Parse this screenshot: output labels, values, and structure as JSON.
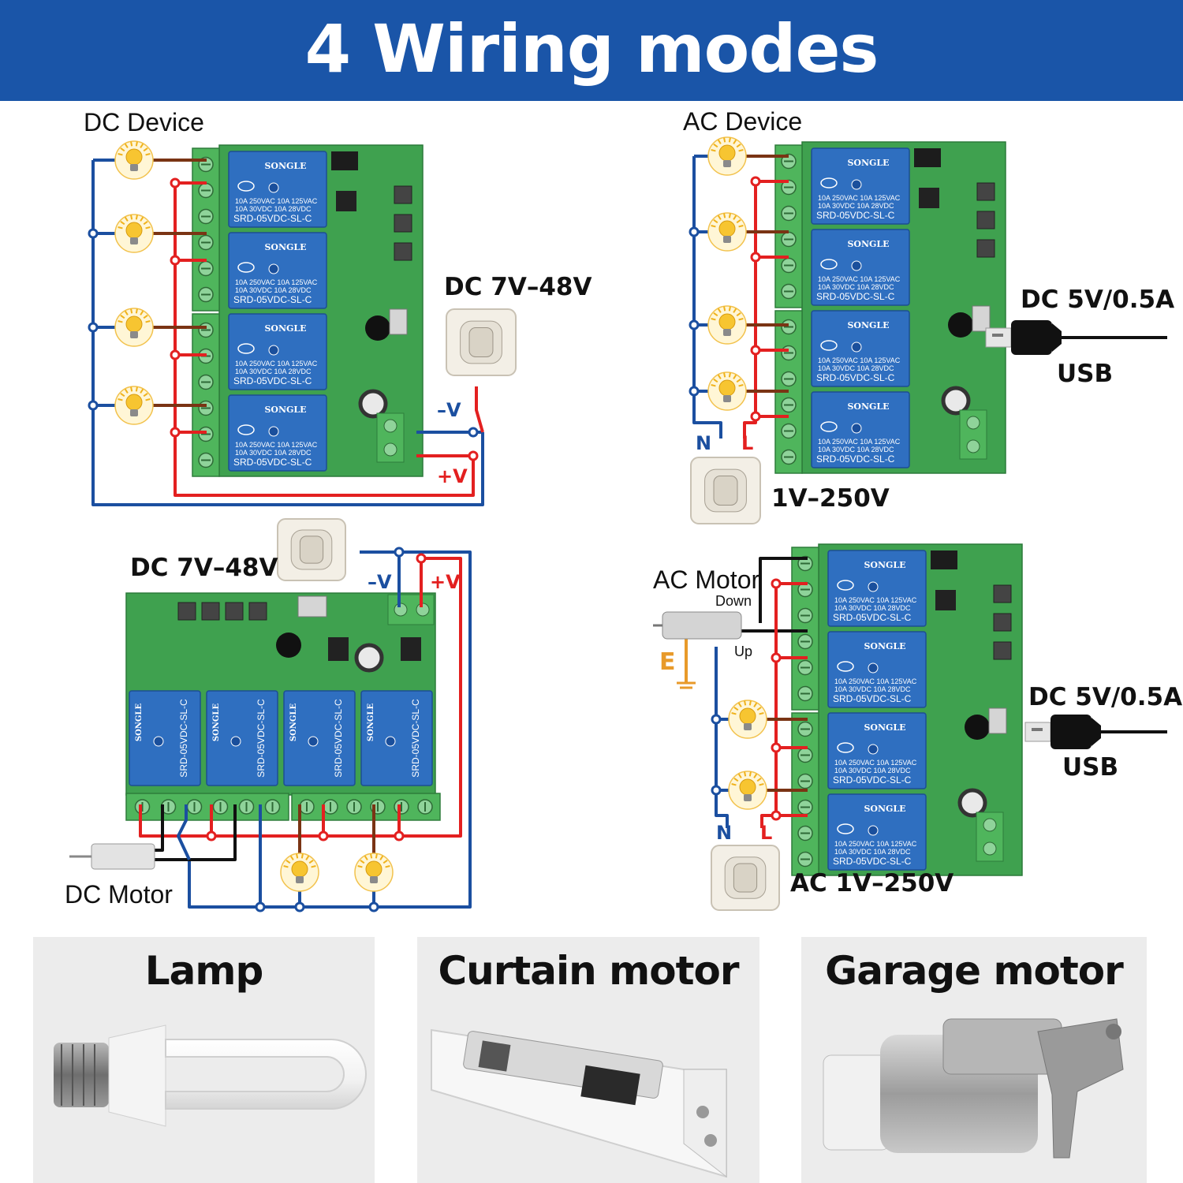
{
  "header": {
    "title": "4 Wiring modes"
  },
  "relay_text": {
    "brand": "SONGLE",
    "rating_ac": "10A 250VAC  10A 125VAC",
    "rating_dc": "10A  30VDC  10A  28VDC",
    "model": "SRD-05VDC-SL-C"
  },
  "diagram_dc_device": {
    "title": "DC Device",
    "supply": "DC 7V–48V",
    "neg": "–V",
    "pos": "+V"
  },
  "diagram_ac_device": {
    "title": "AC Device",
    "supply": "DC 5V/0.5A",
    "usb": "USB",
    "neutral": "N",
    "live": "L",
    "mains": "1V–250V"
  },
  "diagram_dc_motor": {
    "supply": "DC 7V–48V",
    "neg": "–V",
    "pos": "+V",
    "motor": "DC Motor"
  },
  "diagram_ac_motor": {
    "motor": "AC Motor",
    "down": "Down",
    "up": "Up",
    "earth": "E",
    "supply": "DC 5V/0.5A",
    "usb": "USB",
    "neutral": "N",
    "live": "L",
    "mains": "AC 1V–250V"
  },
  "applications": [
    {
      "label": "Lamp"
    },
    {
      "label": "Curtain motor"
    },
    {
      "label": "Garage motor"
    }
  ],
  "colors": {
    "banner": "#1a55a8",
    "wire_neg": "#1b4fa0",
    "wire_pos": "#e32020",
    "wire_load": "#7a3414",
    "board": "#3fa14f",
    "relay": "#2f6fc0",
    "terminal": "#4fb55c"
  }
}
